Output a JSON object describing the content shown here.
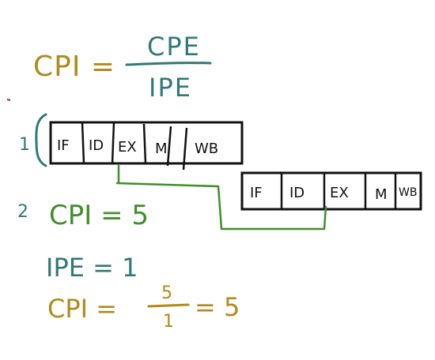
{
  "formula": {
    "lhs": "CPI =",
    "numerator": "CPE",
    "denominator": "IPE"
  },
  "colors": {
    "olive": "#b08a1c",
    "teal": "#2f7a78",
    "green": "#3f8f2a",
    "ink": "#111111",
    "red": "#b0202a"
  },
  "pipeline_1": {
    "row_label": "1",
    "stages": [
      "IF",
      "ID",
      "EX",
      "M",
      "WB"
    ]
  },
  "pipeline_2": {
    "stages": [
      "IF",
      "ID",
      "EX",
      "M",
      "WB"
    ]
  },
  "row2_label": "2",
  "cpi_value": "CPI = 5",
  "ipe_value": "IPE = 1",
  "final": {
    "lhs": "CPI =",
    "numerator": "5",
    "denominator": "1",
    "result": "= 5"
  }
}
